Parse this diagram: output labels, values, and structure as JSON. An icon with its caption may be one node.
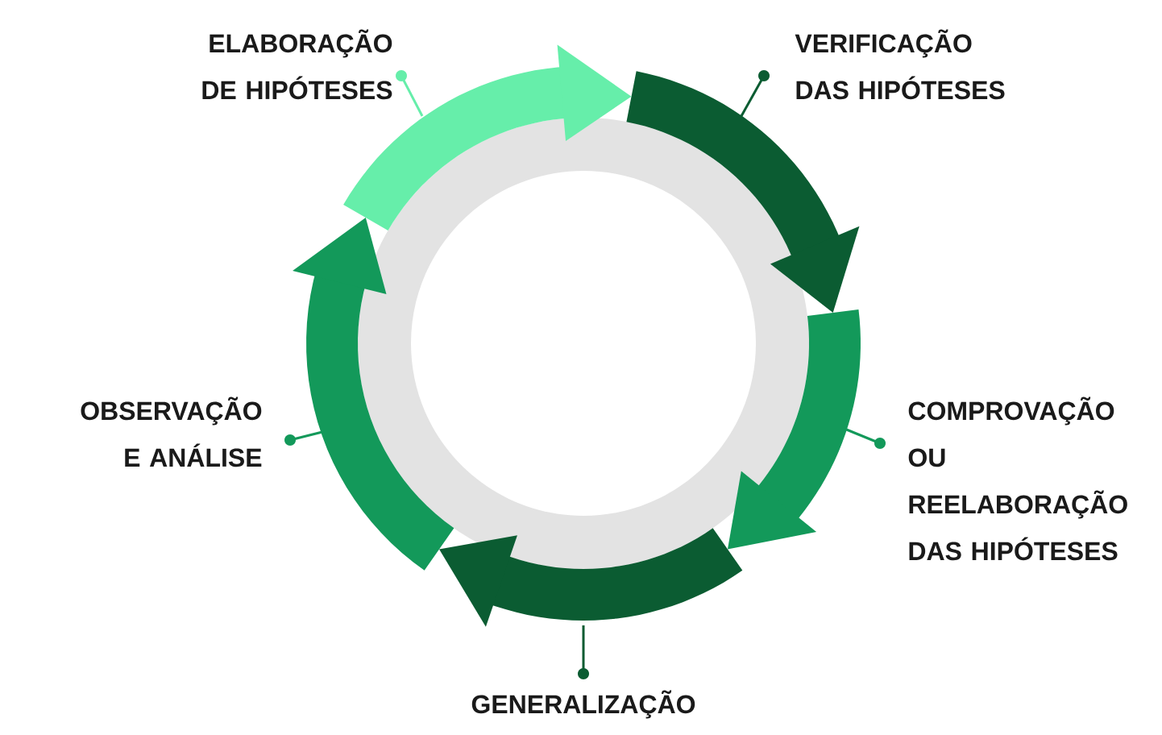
{
  "diagram": {
    "nodes": [
      {
        "text": [
          "ELABORAÇÃO DE HIPÓTESES"
        ]
      },
      {
        "text": [
          "VERIFICAÇÃO DAS HIPÓTESES"
        ]
      },
      {
        "text": [
          "COMPROVAÇÃO OU REELABORAÇÃO DAS HIPÓTESES"
        ]
      },
      {
        "text": [
          "GENERALIZAÇÃO"
        ]
      },
      {
        "text": [
          "OBSERVAÇÃO E ANÁLISE"
        ]
      }
    ],
    "edges": [
      {
        "from": 0,
        "to": null,
        "arrow": "other",
        "color": "#66eeaa"
      },
      {
        "from": 1,
        "to": null,
        "arrow": "other",
        "color": "#0b5c32"
      },
      {
        "from": 2,
        "to": null,
        "arrow": "other",
        "color": "#13995a"
      },
      {
        "from": 3,
        "to": null,
        "arrow": "other",
        "color": "#0b5c32"
      },
      {
        "from": 4,
        "to": null,
        "arrow": "other",
        "color": "#13995a"
      }
    ]
  }
}
